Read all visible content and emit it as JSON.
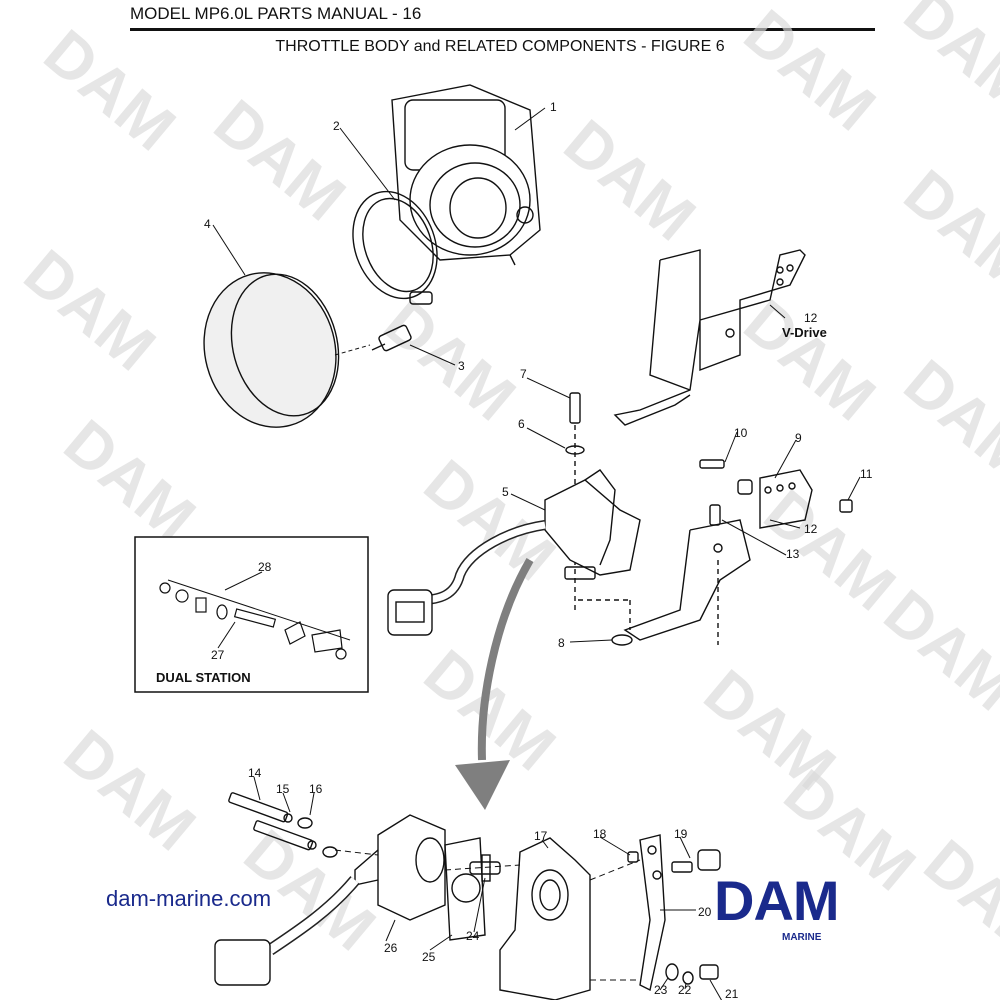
{
  "header": {
    "manual_title": "MODEL MP6.0L PARTS MANUAL - 16",
    "figure_title": "THROTTLE BODY and RELATED COMPONENTS - FIGURE 6"
  },
  "callouts": [
    "1",
    "2",
    "3",
    "4",
    "5",
    "6",
    "7",
    "8",
    "9",
    "10",
    "11",
    "12",
    "12",
    "13",
    "14",
    "15",
    "16",
    "17",
    "18",
    "19",
    "20",
    "21",
    "22",
    "23",
    "24",
    "25",
    "26",
    "27",
    "28"
  ],
  "labels": {
    "v_drive": "V-Drive",
    "dual_station": "DUAL STATION"
  },
  "watermark": "DAM",
  "footer": {
    "website": "dam-marine.com",
    "brand": "DAM",
    "brand_sub": "MARINE"
  },
  "colors": {
    "brand_blue": "#1a2a8c",
    "arrow_gray": "#7f7f7f",
    "watermark_gray": "#d9d9d9"
  }
}
